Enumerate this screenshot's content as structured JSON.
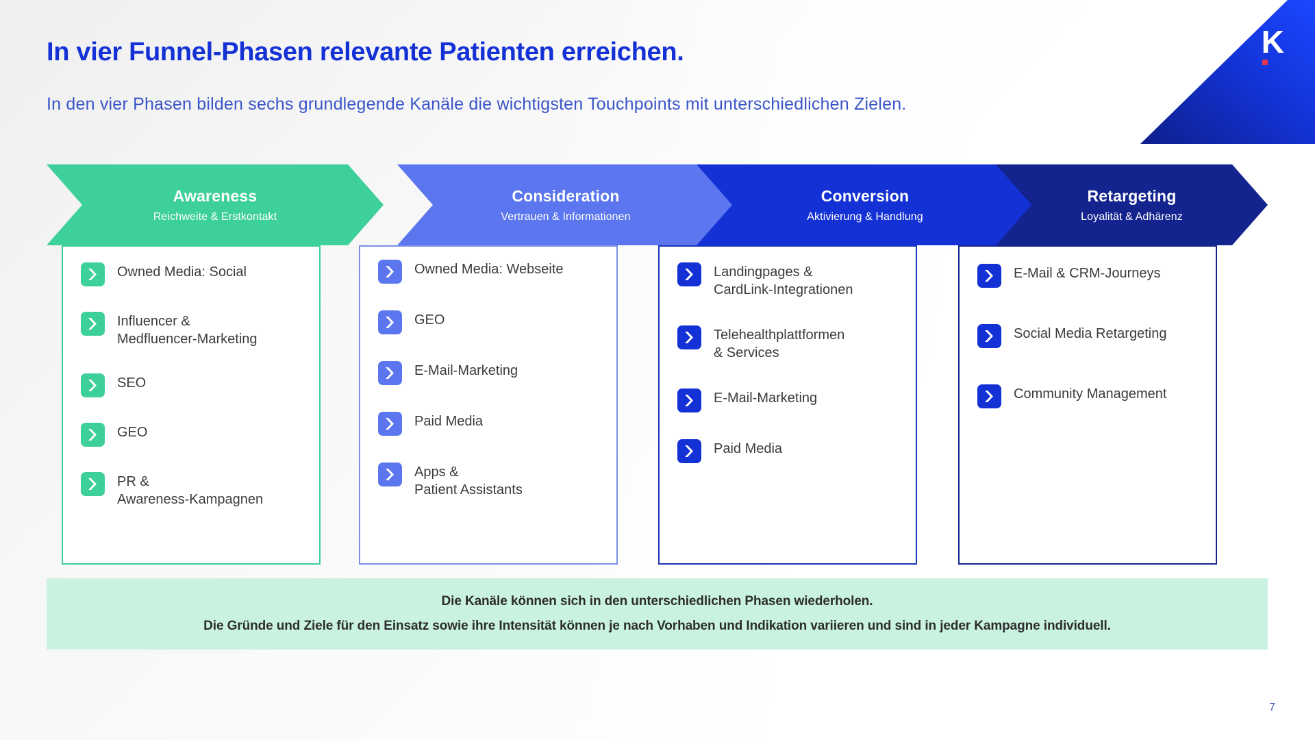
{
  "brand": {
    "logo_letter": "K",
    "accent_dot_color": "#e8374a",
    "primary_blue": "#1431d6",
    "corner_gradient_from": "#0d1f8c",
    "corner_gradient_to": "#1b47ff"
  },
  "header": {
    "title": "In vier Funnel-Phasen relevante Patienten erreichen.",
    "subtitle": "In den vier Phasen bilden sechs grundlegende Kanäle die wichtigsten Touchpoints mit unterschiedlichen Zielen."
  },
  "phases": [
    {
      "key": "awareness",
      "title": "Awareness",
      "subtitle": "Reichweite & Erstkontakt",
      "color": "#3ed09a",
      "border_color": "#3ed09a",
      "items": [
        "Owned Media: Social",
        "Influencer &\nMedfluencer-Marketing",
        "SEO",
        "GEO",
        "PR &\nAwareness-Kampagnen"
      ]
    },
    {
      "key": "consideration",
      "title": "Consideration",
      "subtitle": "Vertrauen & Informationen",
      "color": "#5b76ee",
      "border_color": "#7b8fe8",
      "items": [
        "Owned Media: Webseite",
        "GEO",
        "E-Mail-Marketing",
        "Paid Media",
        "Apps &\nPatient Assistants"
      ]
    },
    {
      "key": "conversion",
      "title": "Conversion",
      "subtitle": "Aktivierung & Handlung",
      "color": "#1431d6",
      "border_color": "#1a35b8",
      "items": [
        "Landingpages &\nCardLink-Integrationen",
        "Telehealthplattformen\n & Services",
        "E-Mail-Marketing",
        "Paid Media"
      ]
    },
    {
      "key": "retargeting",
      "title": "Retargeting",
      "subtitle": "Loyalität & Adhärenz",
      "color": "#14248f",
      "border_color": "#14248f",
      "items": [
        "E-Mail & CRM-Journeys",
        "Social Media Retargeting",
        "Community Management"
      ]
    }
  ],
  "note": {
    "line1": "Die Kanäle können sich in den unterschiedlichen Phasen wiederholen.",
    "line2": "Die Gründe und Ziele für den Einsatz sowie ihre Intensität können je nach Vorhaben und Indikation variieren und sind in jeder Kampagne individuell.",
    "background_color": "#c9f2e0"
  },
  "page_number": "7",
  "icons": {
    "bullet": "chevron-right-icon"
  }
}
